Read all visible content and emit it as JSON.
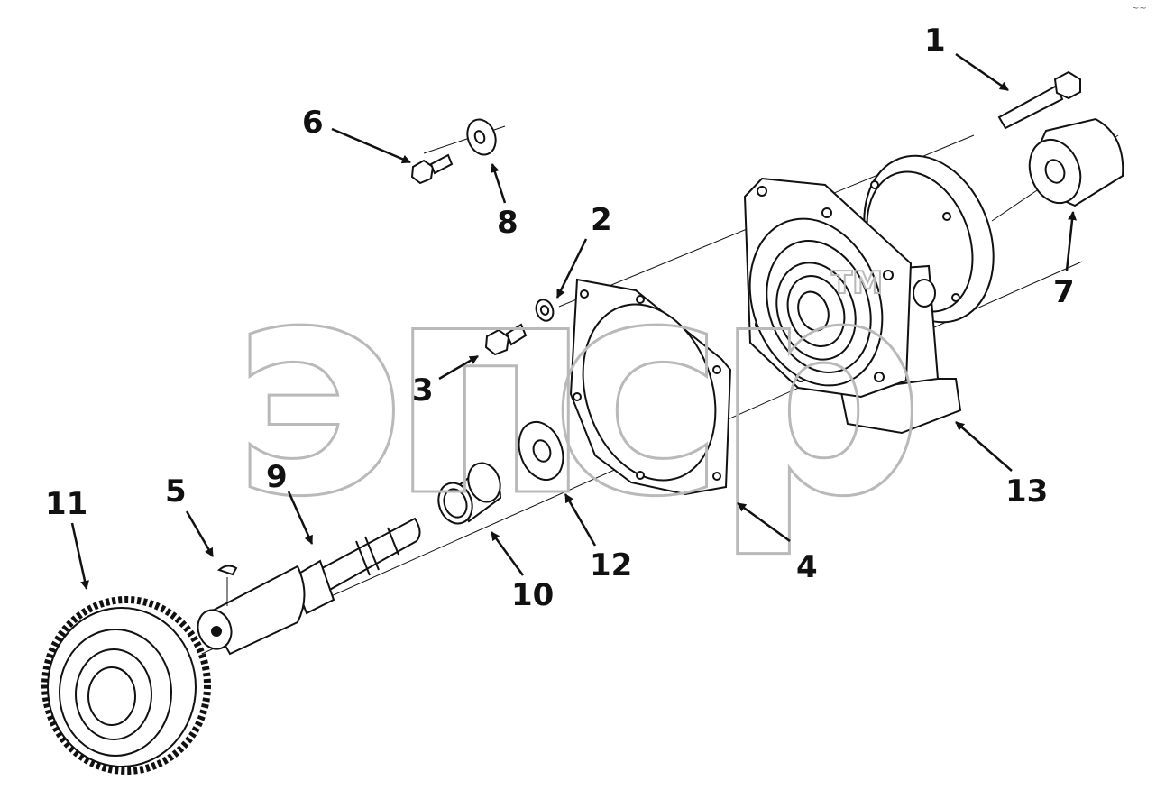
{
  "watermark": {
    "letters": [
      "э",
      "п",
      "с",
      "р"
    ],
    "trademark": "TM"
  },
  "corner_mark": "~~",
  "parts": [
    {
      "id": "1",
      "name": "bolt"
    },
    {
      "id": "2",
      "name": "lock-washer"
    },
    {
      "id": "3",
      "name": "capscrew"
    },
    {
      "id": "4",
      "name": "gasket"
    },
    {
      "id": "5",
      "name": "woodruff-key"
    },
    {
      "id": "6",
      "name": "capscrew"
    },
    {
      "id": "7",
      "name": "coupling"
    },
    {
      "id": "8",
      "name": "washer"
    },
    {
      "id": "9",
      "name": "shaft"
    },
    {
      "id": "10",
      "name": "bushing"
    },
    {
      "id": "11",
      "name": "gear"
    },
    {
      "id": "12",
      "name": "thrust-washer"
    },
    {
      "id": "13",
      "name": "housing"
    }
  ],
  "colors": {
    "line": "#111111",
    "watermark": "#b9b9b9",
    "background": "#ffffff"
  }
}
